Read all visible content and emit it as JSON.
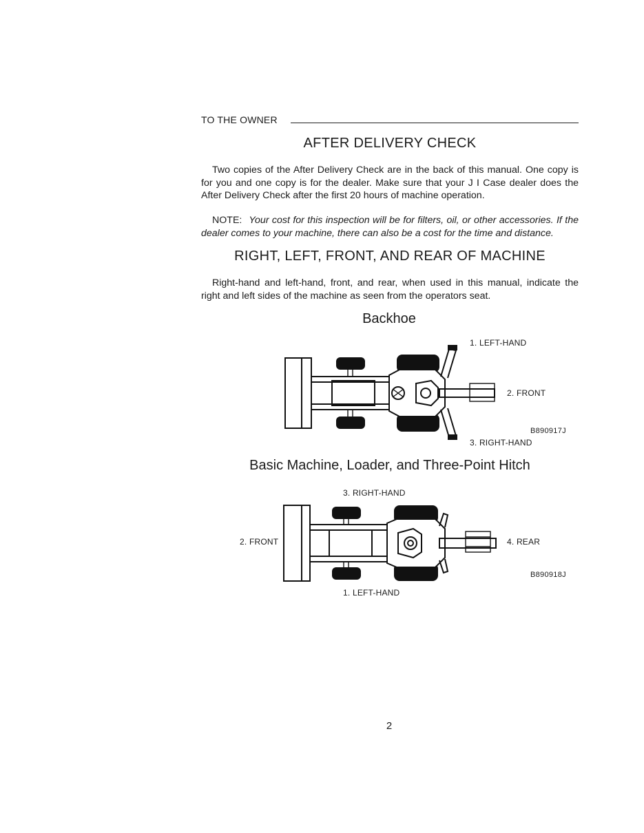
{
  "header": {
    "section": "TO THE OWNER"
  },
  "sections": [
    {
      "title": "AFTER DELIVERY CHECK",
      "paragraph": "Two copies of the After Delivery Check are in the back of this manual. One copy is for you and one copy is for the dealer. Make sure that your J I Case dealer does the After Delivery Check after the first 20 hours of machine operation.",
      "note_label": "NOTE:",
      "note_text": "Your cost for this inspection will be for filters, oil, or other accessories. If the dealer comes to your machine, there can also be a cost for the time and distance."
    },
    {
      "title": "RIGHT, LEFT, FRONT, AND REAR OF MACHINE",
      "paragraph": "Right-hand and left-hand, front, and rear, when used in this manual, indicate the right and left sides of the machine as seen from the operators seat."
    }
  ],
  "figures": [
    {
      "title": "Backhoe",
      "labels": {
        "left": "1. LEFT-HAND",
        "front": "2. FRONT",
        "right": "3. RIGHT-HAND"
      },
      "code": "B890917J"
    },
    {
      "title": "Basic Machine, Loader, and Three-Point Hitch",
      "labels": {
        "right": "3. RIGHT-HAND",
        "front": "2. FRONT",
        "rear": "4. REAR",
        "left": "1. LEFT-HAND"
      },
      "code": "B890918J"
    }
  ],
  "footer": {
    "page_number": "2"
  }
}
